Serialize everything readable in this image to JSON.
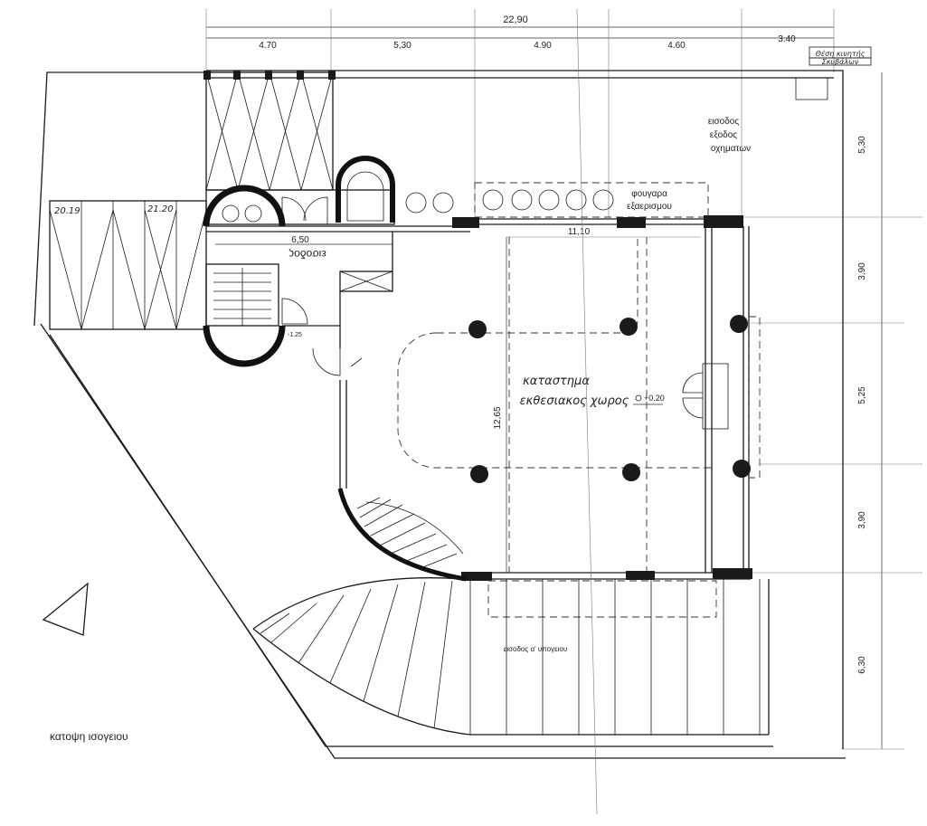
{
  "title": "κατοψη ισογειου",
  "top_dimensions": {
    "total": "22,90",
    "segments": [
      "4.70",
      "5,30",
      "4.90",
      "4.60",
      "3.40"
    ]
  },
  "right_dimensions": [
    "5,30",
    "3,90",
    "5,25",
    "3,90",
    "6,30"
  ],
  "inner_dimensions": {
    "entrance_width": "6,50",
    "hall_width": "11,10",
    "hall_depth": "12,65",
    "small_level": "-1.25"
  },
  "labels": {
    "corner_note_1": "Θέση κινητής",
    "corner_note_2": "Σκυβάλων",
    "vehicle_1": "εισοδος",
    "vehicle_2": "εξοδος",
    "vehicle_3": "οχηματων",
    "vent_1": "φουγαρα",
    "vent_2": "εξαερισμου",
    "entrance": "εισοδος",
    "space_1": "καταστημα",
    "space_2": "εκθεσιακος χωρος",
    "level": "+0.20",
    "basement_entry": "εισοδος α' υπογειου",
    "parking_1": "20.19",
    "parking_2": "21.20"
  }
}
